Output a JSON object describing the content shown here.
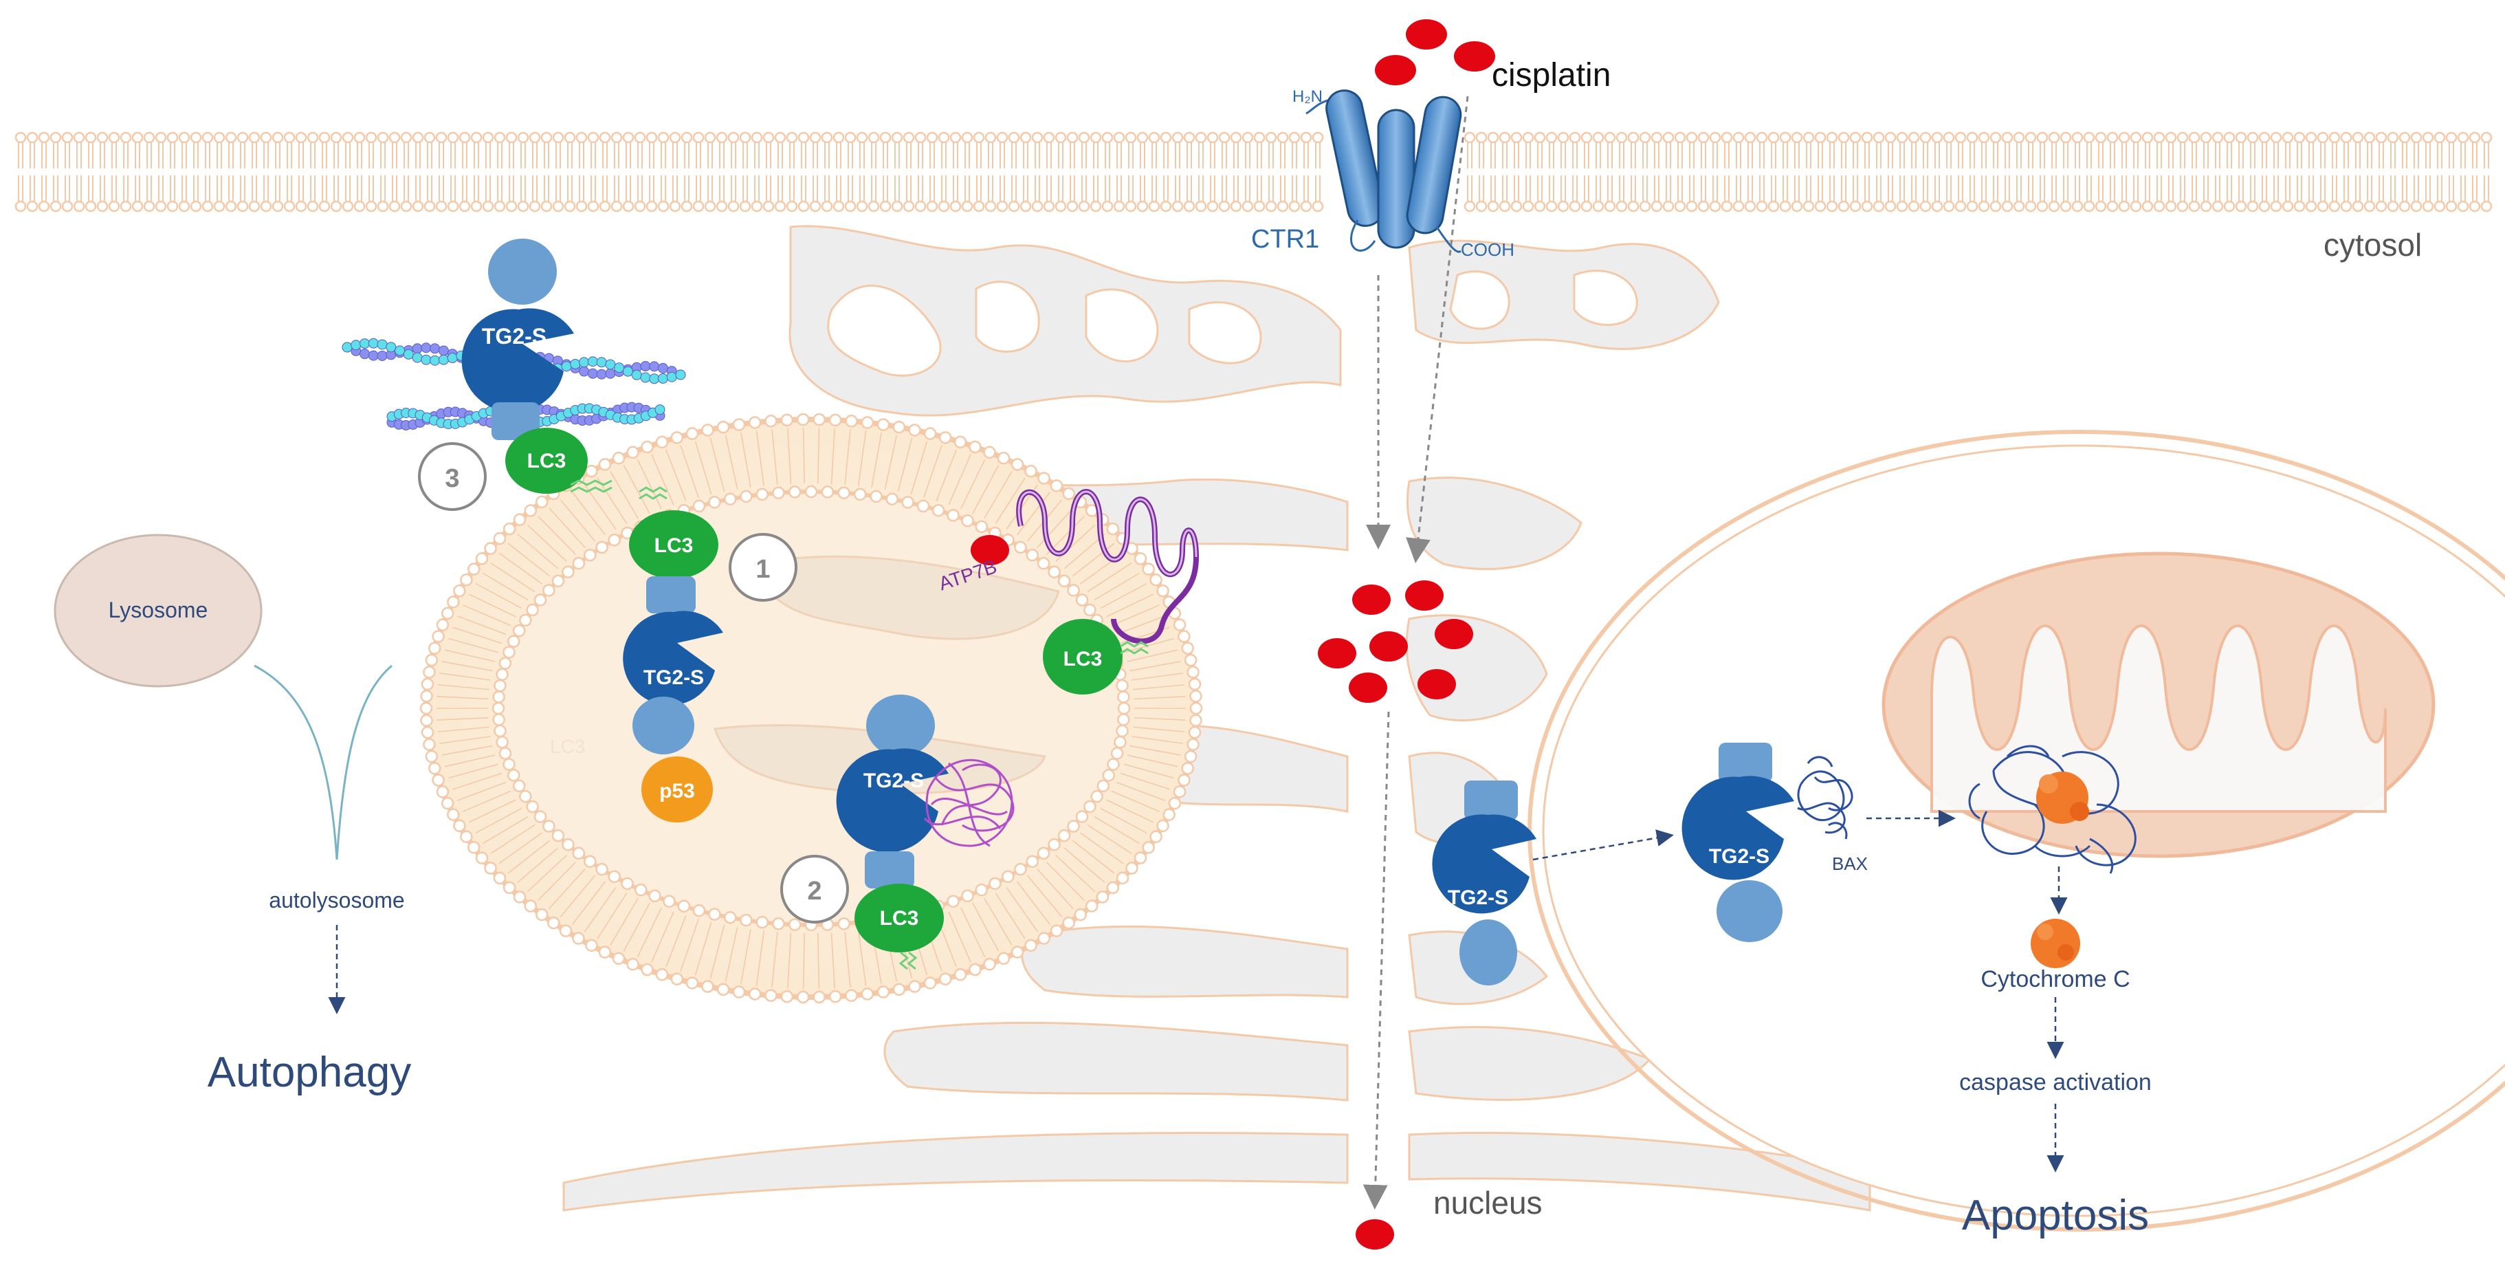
{
  "labels": {
    "h2n": "H₂N",
    "cooh": "COOH",
    "ctr1": "CTR1",
    "cisplatin": "cisplatin",
    "cytosol": "cytosol",
    "lysosome": "Lysosome",
    "autolysosome": "autolysosome",
    "autophagy": "Autophagy",
    "atp7b": "ATP7B",
    "nucleus": "nucleus",
    "bax": "BAX",
    "cytochrome_c": "Cytochrome C",
    "caspase": "caspase activation",
    "apoptosis": "Apoptosis"
  },
  "proteins": {
    "tg2s": "TG2-S",
    "lc3": "LC3",
    "p53": "p53"
  },
  "steps": [
    "1",
    "2",
    "3"
  ],
  "colors": {
    "membrane": "#f4c9a8",
    "tg2s": "#1a5da6",
    "tg2s_light": "#6b9fd1",
    "lc3": "#1ea83c",
    "p53": "#f39b1c",
    "cisplatin": "#e20613",
    "er_gray": "#ededed",
    "text_blue": "#2e4a7c",
    "mito_fill": "#f4d3be",
    "purple": "#7b2c9e"
  }
}
